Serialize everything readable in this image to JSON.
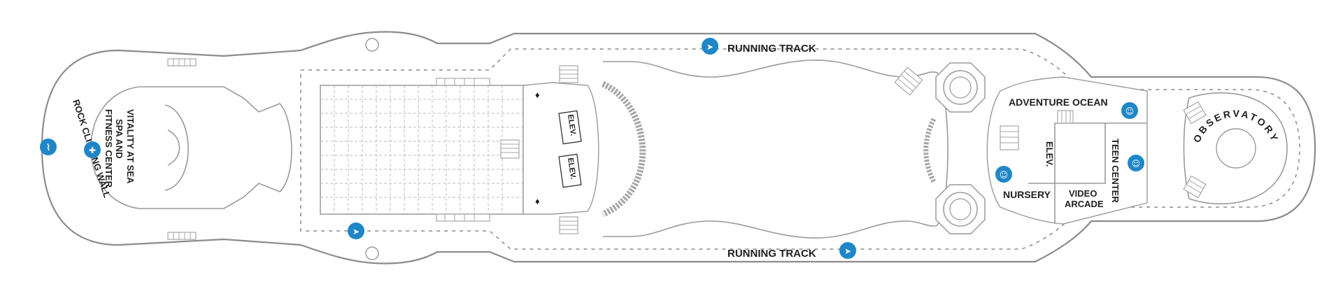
{
  "deck": {
    "labels": {
      "running_track_top": "RUNNING TRACK",
      "running_track_bottom": "RUNNING TRACK",
      "rock_climbing_wall": "ROCK CLIMBING WALL",
      "spa_line1": "VITALITY AT SEA",
      "spa_line2": "SPA AND",
      "spa_line3": "FITNESS CENTER",
      "elev_1": "ELEV.",
      "elev_2": "ELEV.",
      "elev_3": "ELEV.",
      "adventure_ocean": "ADVENTURE OCEAN",
      "nursery": "NURSERY",
      "video_arcade_line1": "VIDEO",
      "video_arcade_line2": "ARCADE",
      "teen_center": "TEEN CENTER",
      "observatory": "OBSERVATORY"
    },
    "icons": {
      "climbing": "rock-climbing-icon",
      "fitness": "fitness-icon",
      "running": "running-icon",
      "kids": "kids-club-icon",
      "teen": "teen-icon"
    },
    "colors": {
      "icon": "#1f86c8",
      "outline": "#8c8c8c",
      "text": "#1f1f1f"
    }
  }
}
